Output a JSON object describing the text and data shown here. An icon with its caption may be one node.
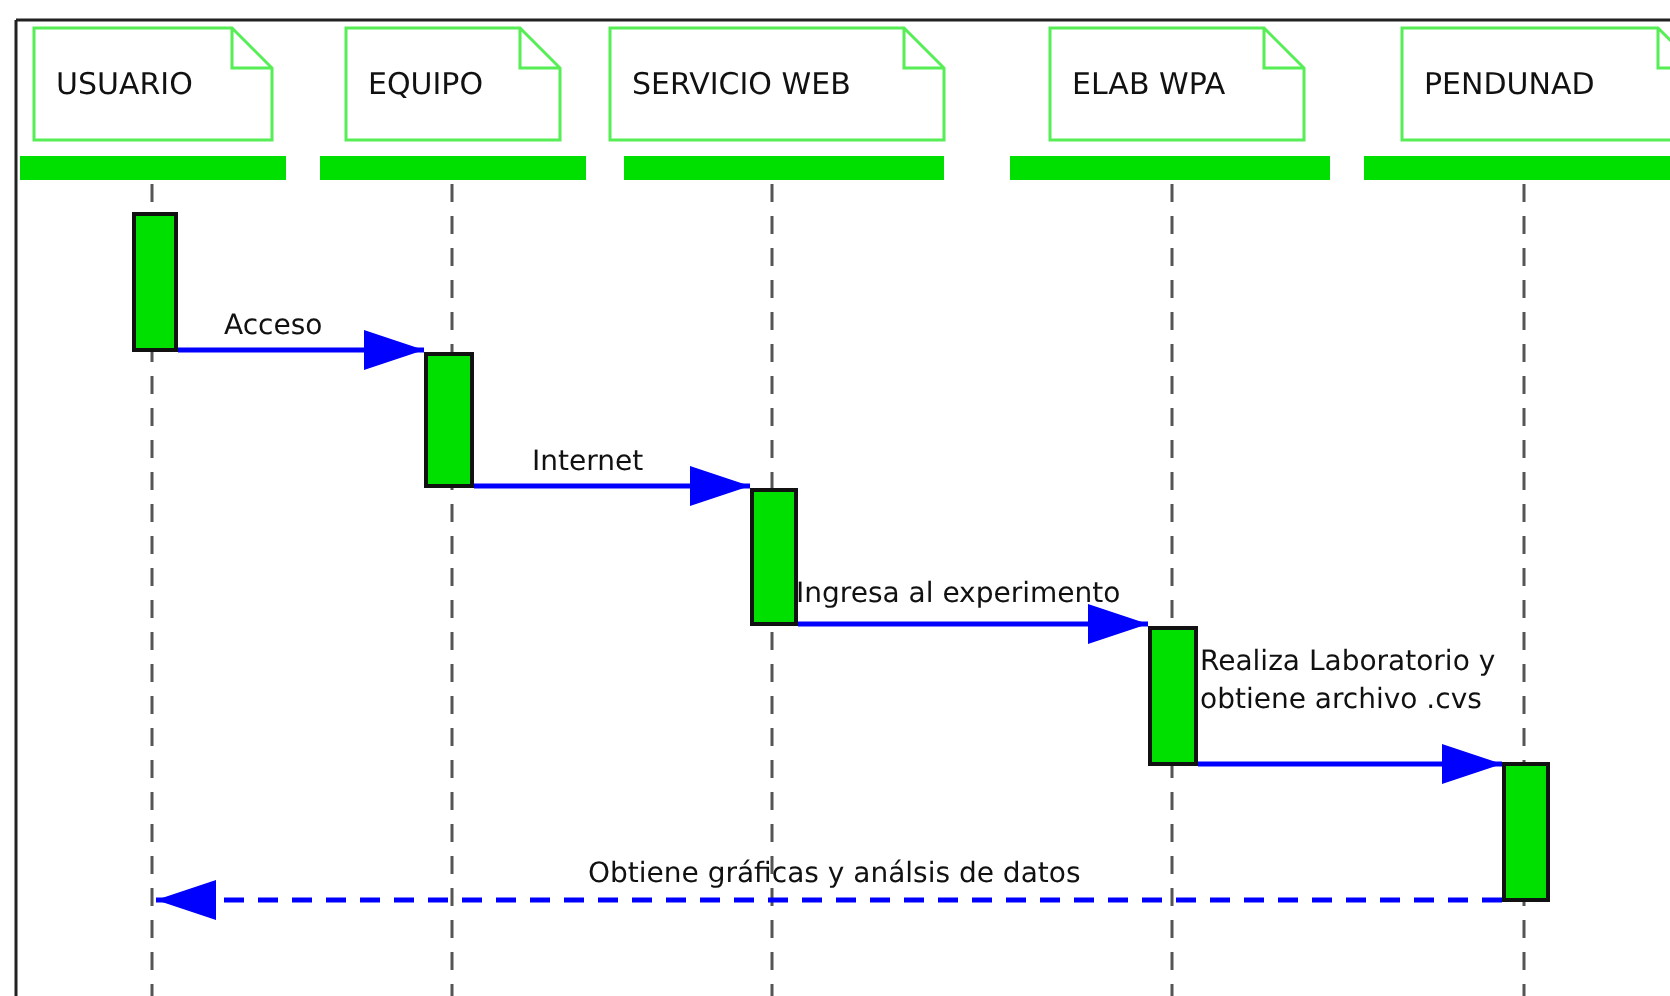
{
  "diagram": {
    "nodes": [
      {
        "text": [
          "USUARIO"
        ]
      },
      {
        "text": [
          "EQUIPO"
        ]
      },
      {
        "text": [
          "SERVICIO WEB"
        ]
      },
      {
        "text": [
          "ELAB WPA"
        ]
      },
      {
        "text": [
          "PENDUNAD"
        ]
      },
      {
        "text": [],
        "shape": "bar"
      },
      {
        "text": [],
        "shape": "bar"
      },
      {
        "text": [],
        "shape": "bar"
      },
      {
        "text": [],
        "shape": "bar"
      },
      {
        "text": [],
        "shape": "bar"
      }
    ],
    "edges": [
      {
        "from": 5,
        "to": 6,
        "arrow": "to",
        "label": "Acceso"
      },
      {
        "from": 6,
        "to": 7,
        "arrow": "to",
        "label": "Internet"
      },
      {
        "from": 7,
        "to": 8,
        "arrow": "to",
        "label": "Ingresa al experimento"
      },
      {
        "from": 8,
        "to": 9,
        "arrow": "to",
        "label": "Realiza Laboratorio y obtiene archivo .cvs"
      },
      {
        "from": 9,
        "to": null,
        "arrow": "to",
        "label": "Obtiene gráficas y análsis de datos",
        "style": "dashed"
      }
    ]
  }
}
